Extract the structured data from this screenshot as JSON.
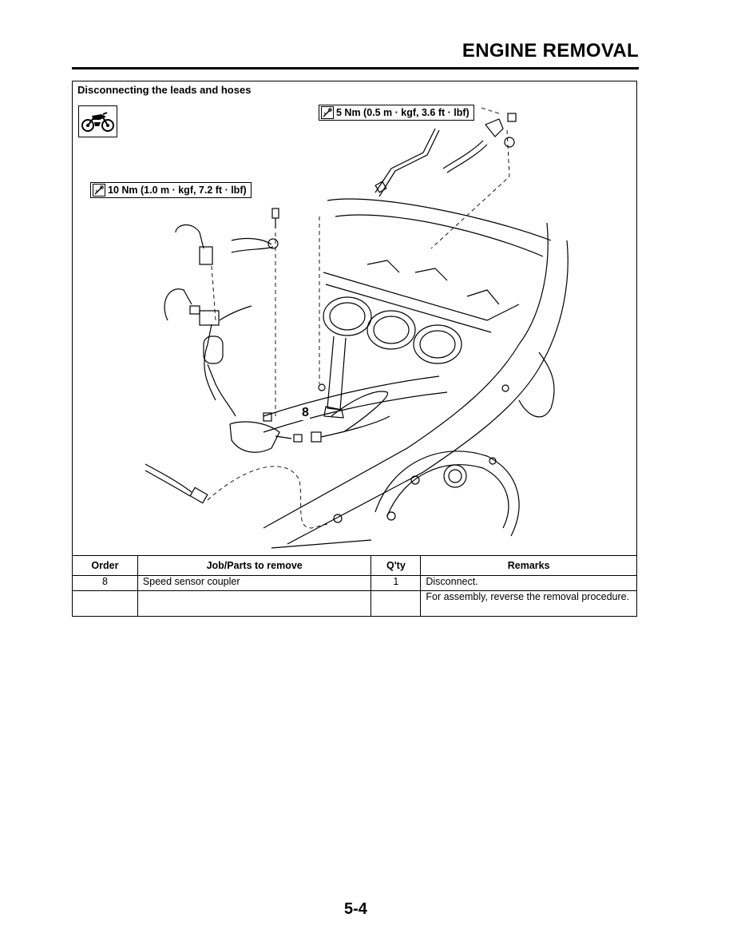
{
  "header": {
    "title": "ENGINE REMOVAL"
  },
  "section": {
    "heading": "Disconnecting the leads and hoses",
    "service_icon": "motorcycle-icon"
  },
  "torque_specs": [
    {
      "icon": "torque-wrench-icon",
      "value": "5 Nm (0.5 m · kgf, 3.6 ft · lbf)"
    },
    {
      "icon": "torque-wrench-icon",
      "value": "10 Nm (1.0 m · kgf, 7.2 ft · lbf)"
    }
  ],
  "illustration": {
    "callout": "8"
  },
  "table": {
    "headers": [
      "Order",
      "Job/Parts to remove",
      "Q'ty",
      "Remarks"
    ],
    "rows": [
      {
        "order": "8",
        "part": "Speed sensor coupler",
        "qty": "1",
        "remarks": "Disconnect."
      },
      {
        "order": "",
        "part": "",
        "qty": "",
        "remarks": "For assembly, reverse the removal procedure."
      }
    ]
  },
  "footer": {
    "page_number": "5-4"
  }
}
